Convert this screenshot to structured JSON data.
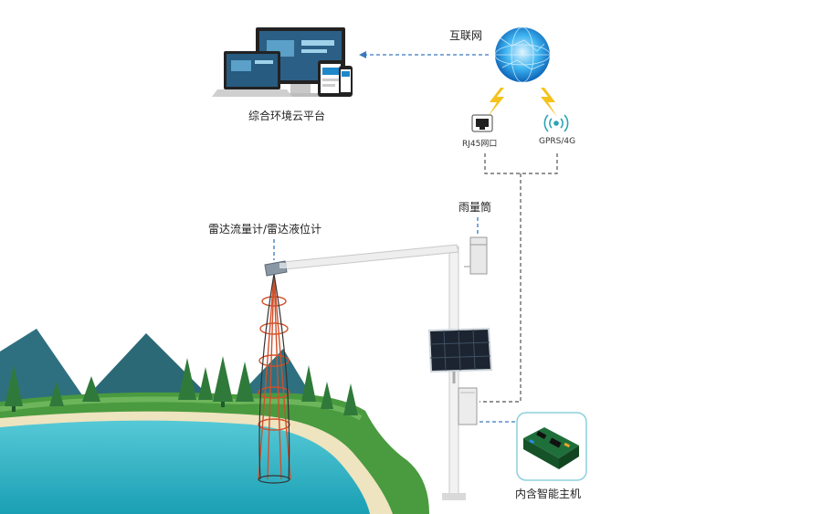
{
  "labels": {
    "internet": "互联网",
    "platform": "综合环境云平台",
    "rj45": "RJ45网口",
    "gprs": "GPRS/4G",
    "rain_gauge": "雨量筒",
    "radar": "雷达流量计/雷达液位计",
    "host": "内含智能主机"
  },
  "colors": {
    "dashed_line": "#555555",
    "dashed_arrow": "#3a78c0",
    "globe": "#1e9be8",
    "lightning": "#f5c21b",
    "water": "#2bb5c8",
    "mountain": "#2e6f7e",
    "grass": "#3f8f3a",
    "sand": "#efe6c4",
    "radar_beam": "#d0502a"
  },
  "icons": [
    "globe-icon",
    "laptop-icon",
    "monitor-icon",
    "tablet-icon",
    "phone-icon",
    "rj45-port-icon",
    "wifi-antenna-icon",
    "lightning-icon",
    "solar-panel-icon",
    "control-box-icon",
    "circuit-board-icon",
    "rain-gauge-icon",
    "radar-sensor-icon"
  ]
}
